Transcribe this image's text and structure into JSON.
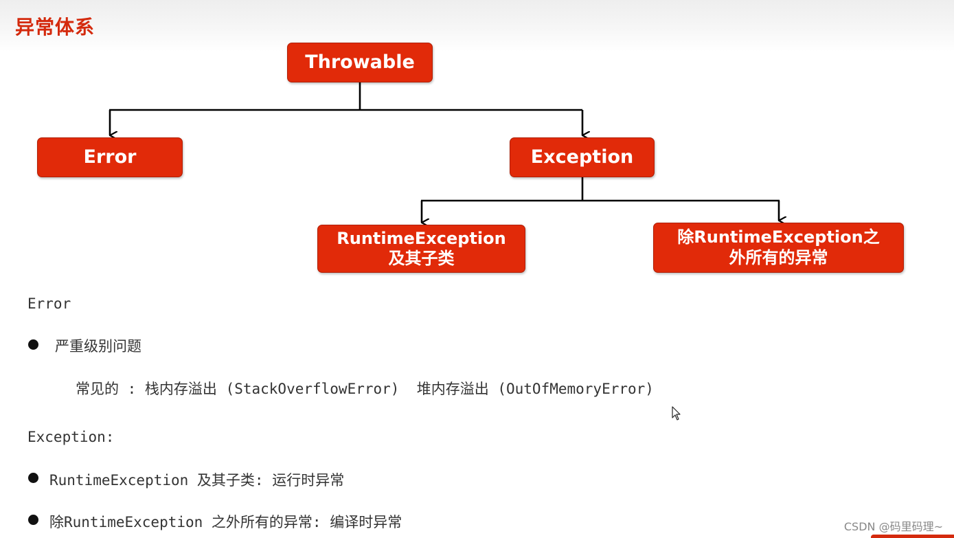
{
  "page": {
    "title": "异常体系"
  },
  "diagram": {
    "nodes": {
      "throwable": {
        "lines": [
          "Throwable"
        ]
      },
      "error": {
        "lines": [
          "Error"
        ]
      },
      "exception": {
        "lines": [
          "Exception"
        ]
      },
      "runtime": {
        "lines": [
          "RuntimeException",
          "及其子类"
        ]
      },
      "checked": {
        "lines": [
          "除RuntimeException之",
          "外所有的异常"
        ]
      }
    },
    "edges": [
      {
        "from": "throwable",
        "to": "error"
      },
      {
        "from": "throwable",
        "to": "exception"
      },
      {
        "from": "exception",
        "to": "runtime"
      },
      {
        "from": "exception",
        "to": "checked"
      }
    ],
    "colors": {
      "node_fill": "#e12a09",
      "node_text": "#ffffff",
      "title": "#d42a0d",
      "connector": "#000000"
    }
  },
  "notes": {
    "error_heading": "Error",
    "error_bullet": "严重级别问题",
    "error_common": "常见的 : 栈内存溢出 (StackOverflowError)  堆内存溢出 (OutOfMemoryError)",
    "exception_heading": "Exception:",
    "exception_bullet_1": "RuntimeException 及其子类: 运行时异常",
    "exception_bullet_2": "除RuntimeException 之外所有的异常: 编译时异常"
  },
  "watermark": "CSDN @码里码理~"
}
